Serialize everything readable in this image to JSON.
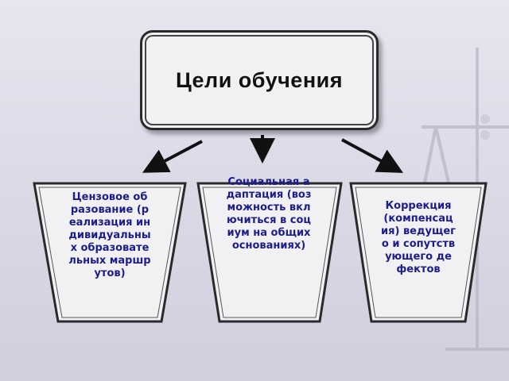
{
  "diagram": {
    "title": "Цели обучения",
    "goals": [
      {
        "text": "Цензовое образование (реализация индивидуальных образовательных маршрутов)"
      },
      {
        "text": "Социальная адаптация (возможность включиться в социум на общих основаниях)"
      },
      {
        "text": "Коррекция (компенсация) ведущего и сопутствующего дефектов"
      }
    ]
  },
  "colors": {
    "background": "#dcdce8",
    "box_fill": "#f1f1f4",
    "border": "#2a2a2a",
    "goal_text": "#1c1c8c",
    "arrow": "#111111"
  }
}
